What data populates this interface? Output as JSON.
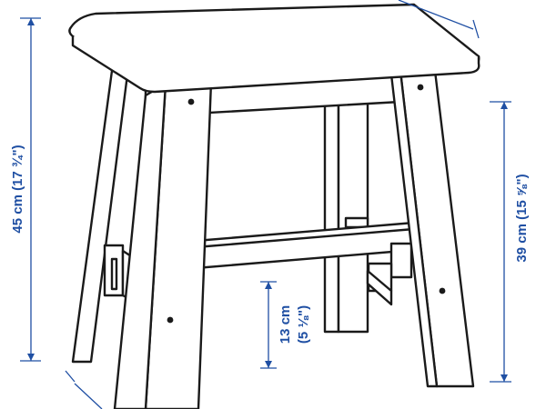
{
  "dimensions": {
    "total_height": {
      "metric": "45 cm",
      "imperial": "(17 ¾\")"
    },
    "leg_height": {
      "metric": "39 cm",
      "imperial": "(15 ⅝\")"
    },
    "rail_height": {
      "metric": "13 cm",
      "imperial": "(5 ⅛\")"
    }
  },
  "colors": {
    "line": "#1a1a1a",
    "dimension": "#1f4fa3",
    "background": "#ffffff"
  }
}
